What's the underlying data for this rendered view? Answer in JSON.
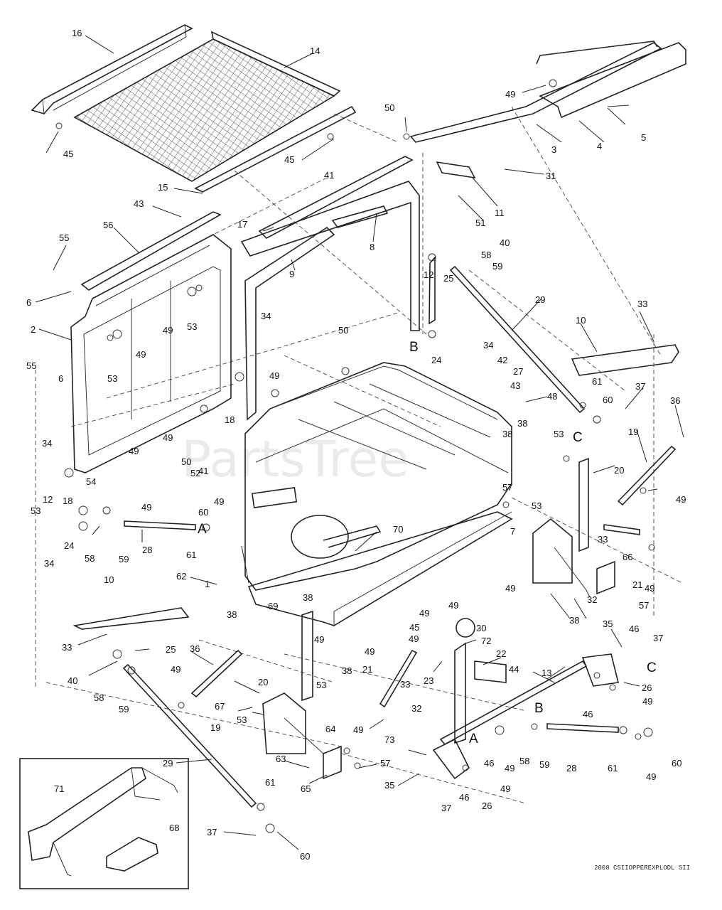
{
  "watermark": "PartsTree",
  "drawing_code": "2008 CSIIOPPEREXPLODL SII",
  "reference_letters": [
    "A",
    "B",
    "C"
  ],
  "callouts": [
    "1",
    "2",
    "3",
    "4",
    "5",
    "6",
    "7",
    "8",
    "9",
    "10",
    "11",
    "12",
    "13",
    "14",
    "15",
    "16",
    "17",
    "18",
    "19",
    "20",
    "21",
    "22",
    "23",
    "24",
    "25",
    "26",
    "27",
    "28",
    "29",
    "30",
    "31",
    "32",
    "33",
    "34",
    "35",
    "36",
    "37",
    "38",
    "40",
    "41",
    "42",
    "43",
    "44",
    "45",
    "46",
    "48",
    "49",
    "50",
    "51",
    "52",
    "53",
    "54",
    "55",
    "56",
    "57",
    "58",
    "59",
    "60",
    "61",
    "62",
    "63",
    "64",
    "65",
    "66",
    "67",
    "68",
    "69",
    "70",
    "71",
    "72",
    "73"
  ]
}
